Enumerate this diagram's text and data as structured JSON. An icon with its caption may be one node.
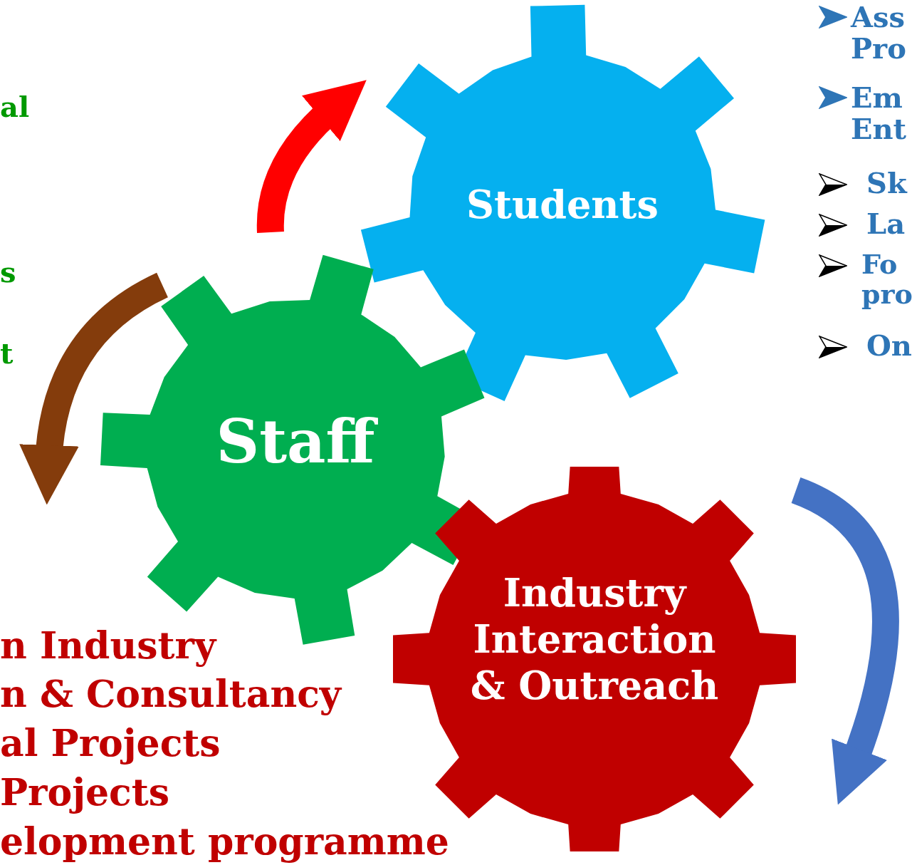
{
  "diagram": {
    "nodes": [
      {
        "text": [
          "Students"
        ]
      },
      {
        "text": [
          "Staff"
        ]
      },
      {
        "text": [
          "Industry Interaction & Outreach"
        ]
      }
    ],
    "labels": [
      "Ass Pro",
      "Em Ent",
      "Sk",
      "La",
      "Fo pro",
      "On",
      "al",
      "s",
      "t",
      "n Industry",
      "n & Consultancy",
      "al Projects",
      "Projects",
      "elopment programme"
    ]
  }
}
